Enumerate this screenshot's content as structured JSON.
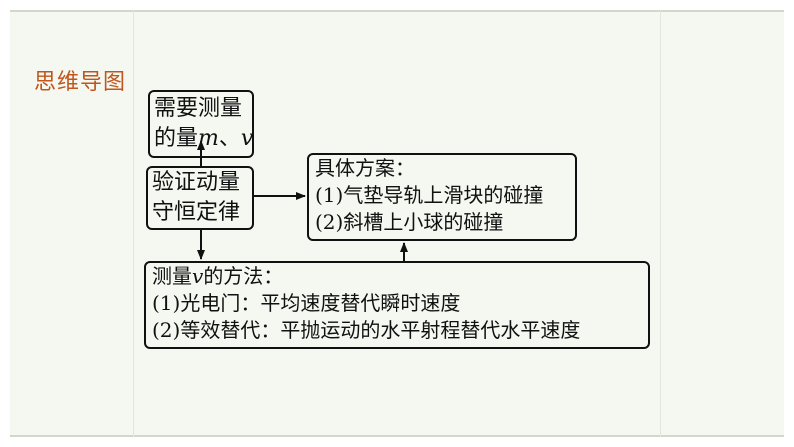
{
  "title": "思维导图",
  "nodes": {
    "need": {
      "line1": "需要测量",
      "line2_prefix": "的量",
      "m": "m",
      "sep": "、",
      "v": "v"
    },
    "verify": {
      "line1": "验证动量",
      "line2": "守恒定律"
    },
    "plan": {
      "heading": "具体方案：",
      "item1": "(1)气垫导轨上滑块的碰撞",
      "item2": "(2)斜槽上小球的碰撞"
    },
    "measure": {
      "heading_prefix": "测量",
      "v": "v",
      "heading_suffix": "的方法：",
      "item1": "(1)光电门：平均速度替代瞬时速度",
      "item2": "(2)等效替代：平抛运动的水平射程替代水平速度"
    }
  },
  "colors": {
    "title": "#c0561c",
    "background": "#f4f8f1",
    "line": "#111111"
  }
}
